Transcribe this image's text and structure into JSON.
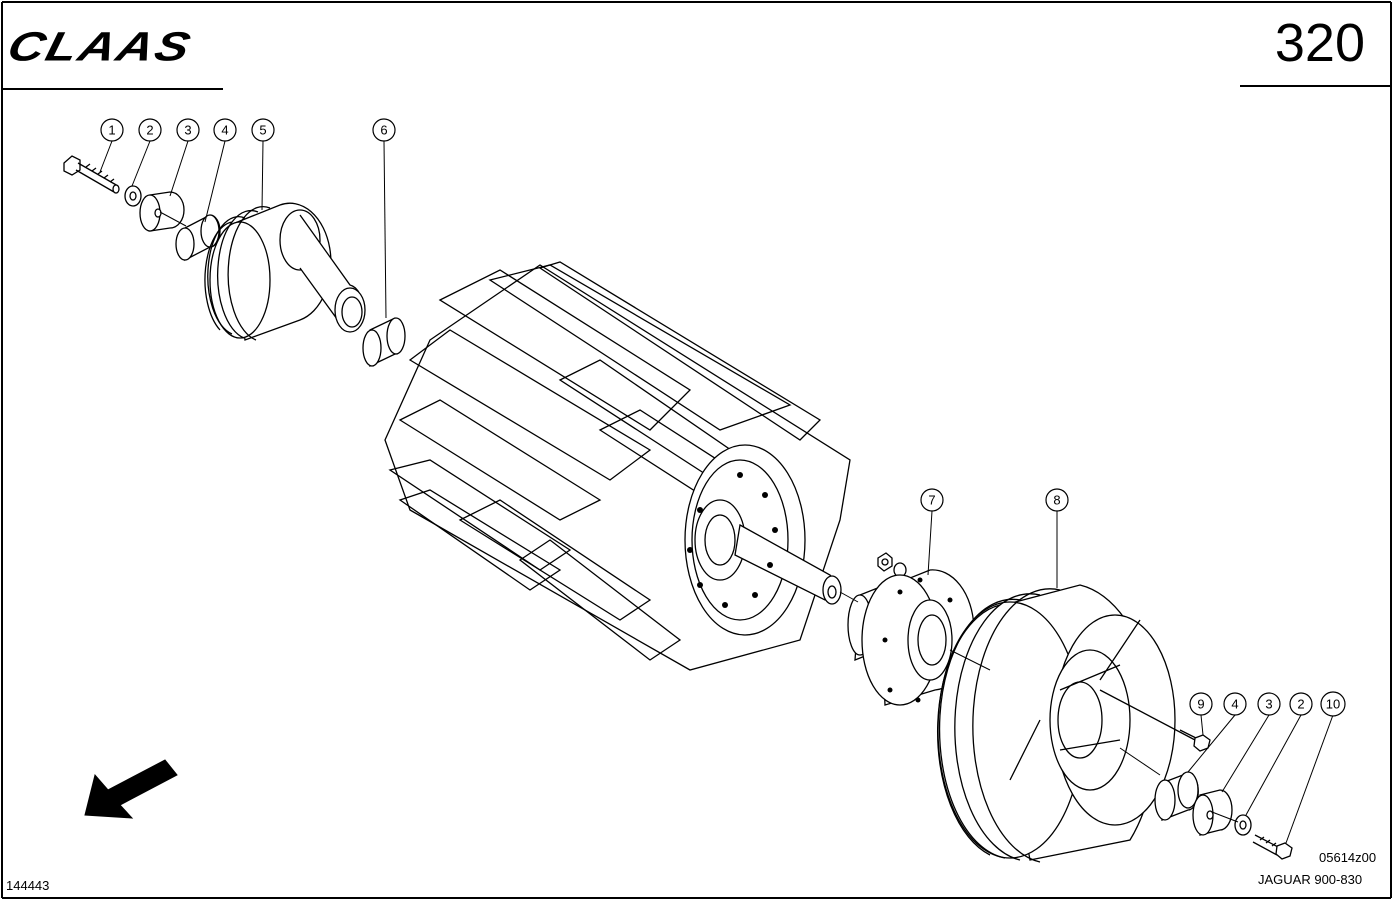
{
  "header": {
    "brand": "CLAAS",
    "page_number": "320"
  },
  "footer": {
    "drawing_code": "05614z00",
    "doc_id": "144443",
    "model": "JAGUAR 900-830"
  },
  "callouts": [
    {
      "label": "1"
    },
    {
      "label": "2"
    },
    {
      "label": "3"
    },
    {
      "label": "4"
    },
    {
      "label": "5"
    },
    {
      "label": "6"
    },
    {
      "label": "7"
    },
    {
      "label": "8"
    },
    {
      "label": "9"
    },
    {
      "label": "4"
    },
    {
      "label": "3"
    },
    {
      "label": "2"
    },
    {
      "label": "10"
    }
  ],
  "icons": {
    "direction": "direction-arrow-icon"
  }
}
